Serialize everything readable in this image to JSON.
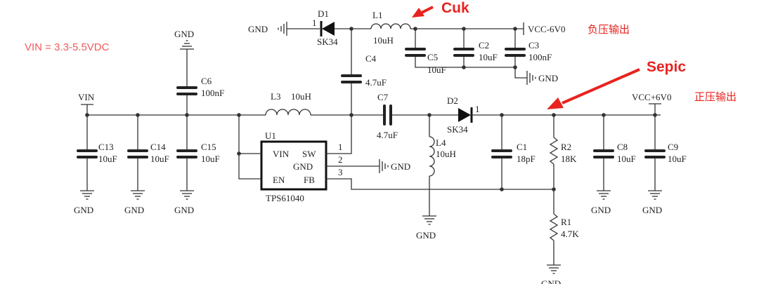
{
  "vin_note": "VIN = 3.3-5.5VDC",
  "annotations": {
    "cuk": "Cuk",
    "sepic": "Sepic",
    "neg_output": "负压输出",
    "pos_output": "正压输出"
  },
  "nets": {
    "vin": "VIN",
    "vcc_neg": "VCC-6V0",
    "vcc_pos": "VCC+6V0",
    "gnd": "GND"
  },
  "components": {
    "c13": {
      "ref": "C13",
      "value": "10uF"
    },
    "c14": {
      "ref": "C14",
      "value": "10uF"
    },
    "c15": {
      "ref": "C15",
      "value": "10uF"
    },
    "c6": {
      "ref": "C6",
      "value": "100nF"
    },
    "l3": {
      "ref": "L3",
      "value": "10uH"
    },
    "u1": {
      "ref": "U1",
      "part": "TPS61040",
      "pin_vin": "VIN",
      "pin_sw": "SW",
      "pin_gnd": "GND",
      "pin_en": "EN",
      "pin_fb": "FB",
      "pin1": "1",
      "pin2": "2",
      "pin3": "3"
    },
    "c4": {
      "ref": "C4",
      "value": "4.7uF"
    },
    "c7": {
      "ref": "C7",
      "value": "4.7uF"
    },
    "l4": {
      "ref": "L4",
      "value": "10uH"
    },
    "d1": {
      "ref": "D1",
      "part": "SK34",
      "pin": "1"
    },
    "d2": {
      "ref": "D2",
      "part": "SK34",
      "pin": "1"
    },
    "l1": {
      "ref": "L1",
      "value": "10uH"
    },
    "c5": {
      "ref": "C5",
      "value": "10uF"
    },
    "c2": {
      "ref": "C2",
      "value": "10uF"
    },
    "c3": {
      "ref": "C3",
      "value": "100nF"
    },
    "c1": {
      "ref": "C1",
      "value": "18pF"
    },
    "r2": {
      "ref": "R2",
      "value": "18K"
    },
    "r1": {
      "ref": "R1",
      "value": "4.7K"
    },
    "c8": {
      "ref": "C8",
      "value": "10uF"
    },
    "c9": {
      "ref": "C9",
      "value": "10uF"
    }
  },
  "colors": {
    "wire": "#333333",
    "annotation": "#e8231f",
    "note": "#f05a5a"
  }
}
